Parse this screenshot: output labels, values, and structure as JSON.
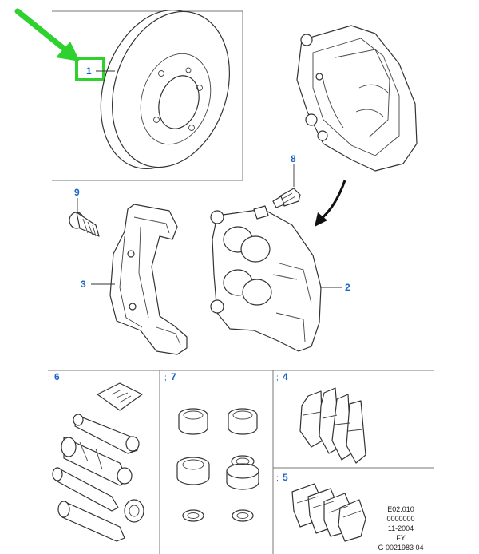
{
  "callouts": {
    "disc": "1",
    "caliper": "2",
    "bracket": "3",
    "pads_a": "4",
    "pads_b": "5",
    "pin_kit": "6",
    "seal_kit": "7",
    "bleed_screw": "8",
    "bracket_bolt": "9"
  },
  "kit_marks": {
    "pin_kit": ";",
    "seal_kit": ";",
    "pads_a": ";",
    "pads_b": ";"
  },
  "reference": {
    "line1": "E02.010",
    "line2": "0000000",
    "line3": "11-2004",
    "line4": "FY",
    "line5": "G 0021983 04"
  },
  "colors": {
    "callout_text": "#1a64c8",
    "highlight_box": "#2fd12f",
    "arrow": "#2fd12f",
    "frame": "#777777"
  }
}
